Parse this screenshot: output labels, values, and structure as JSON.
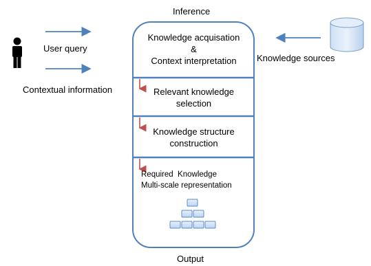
{
  "title": "Inference",
  "footer": "Output",
  "inputs": {
    "user_query": "User query",
    "contextual_information": "Contextual information",
    "knowledge_sources": "Knowledge sources"
  },
  "stages": [
    {
      "lines": [
        "Knowledge acquisation",
        "&",
        "Context interpretation"
      ]
    },
    {
      "lines": [
        "Relevant knowledge",
        "selection"
      ]
    },
    {
      "lines": [
        "Knowledge structure",
        "construction"
      ]
    },
    {
      "lines": [
        "Required  Knowledge",
        "Multi-scale representation"
      ]
    }
  ],
  "icons": {
    "user": "person-icon",
    "sources": "database-icon",
    "hierarchy": "block-pyramid-icon"
  },
  "colors": {
    "arrow_blue": "#4f81bd",
    "divider_blue": "#4f81bd",
    "down_arrow_red": "#c0504d",
    "box_fill": "#dbe8f6",
    "box_stroke": "#5b8cc8"
  }
}
